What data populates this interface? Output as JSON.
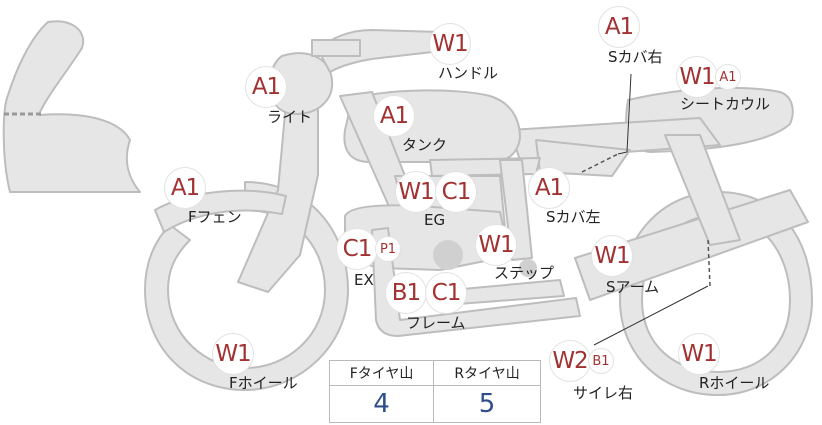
{
  "parts": [
    {
      "key": "handle",
      "label": "ハンドル",
      "grades": [
        "W1"
      ]
    },
    {
      "key": "seat_cowl_right",
      "label": "Sカバ右",
      "grades": [
        "A1"
      ]
    },
    {
      "key": "seat_cowl",
      "label": "シートカウル",
      "grades": [
        "W1",
        "A1"
      ]
    },
    {
      "key": "light",
      "label": "ライト",
      "grades": [
        "A1"
      ]
    },
    {
      "key": "tank",
      "label": "タンク",
      "grades": [
        "A1"
      ]
    },
    {
      "key": "front_fender",
      "label": "Fフェン",
      "grades": [
        "A1"
      ]
    },
    {
      "key": "engine",
      "label": "EG",
      "grades": [
        "W1",
        "C1"
      ]
    },
    {
      "key": "side_cover_left",
      "label": "Sカバ左",
      "grades": [
        "A1"
      ]
    },
    {
      "key": "exhaust",
      "label": "EX",
      "grades": [
        "C1",
        "P1"
      ]
    },
    {
      "key": "step",
      "label": "ステップ",
      "grades": [
        "W1"
      ]
    },
    {
      "key": "swing_arm",
      "label": "Sアーム",
      "grades": [
        "W1"
      ]
    },
    {
      "key": "frame",
      "label": "フレーム",
      "grades": [
        "B1",
        "C1"
      ]
    },
    {
      "key": "muffler_right",
      "label": "サイレ右",
      "grades": [
        "W2",
        "B1"
      ]
    },
    {
      "key": "front_wheel",
      "label": "Fホイール",
      "grades": [
        "W1"
      ]
    },
    {
      "key": "rear_wheel",
      "label": "Rホイール",
      "grades": [
        "W1"
      ]
    }
  ],
  "tire_table": {
    "front_header": "Fタイヤ山",
    "rear_header": "Rタイヤ山",
    "front_value": "4",
    "rear_value": "5"
  },
  "colors": {
    "grade_text": "#a23232",
    "value_text": "#2e4f8a",
    "bike_fill": "#e6e6e6",
    "bike_stroke": "#bdbdbd"
  }
}
